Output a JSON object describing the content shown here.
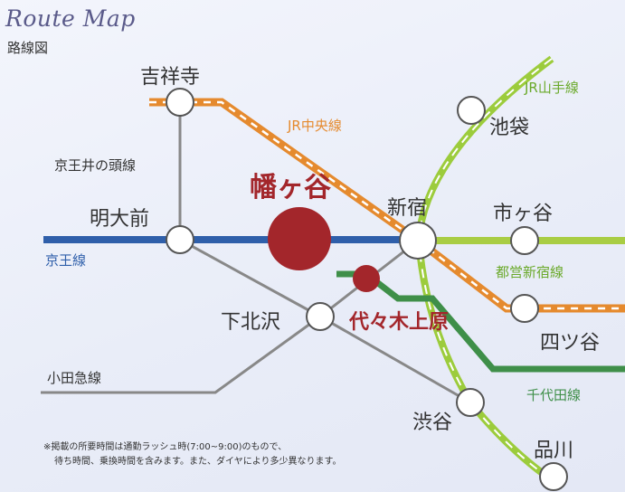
{
  "title": {
    "en": "Route Map",
    "ja": "路線図"
  },
  "stations": {
    "kichijoji": "吉祥寺",
    "meidaimae": "明大前",
    "hatagaya": "幡ヶ谷",
    "shinjuku": "新宿",
    "ikebukuro": "池袋",
    "ichigaya": "市ヶ谷",
    "shimokitazawa": "下北沢",
    "yoyogiuehara": "代々木上原",
    "yotsuya": "四ツ谷",
    "shibuya": "渋谷",
    "shinagawa": "品川"
  },
  "lines": {
    "chuo": {
      "name": "JR中央線",
      "color": "#e58a2e"
    },
    "yamanote": {
      "name": "JR山手線",
      "color": "#9ccc3c"
    },
    "inokashira": {
      "name": "京王井の頭線",
      "color": "#888888"
    },
    "keio": {
      "name": "京王線",
      "color": "#2f5faa"
    },
    "shinjuku": {
      "name": "都営新宿線",
      "color": "#a9cd44"
    },
    "chiyoda": {
      "name": "千代田線",
      "color": "#3f8f49"
    },
    "odakyu": {
      "name": "小田急線",
      "color": "#888888"
    }
  },
  "highlight_color": "#a3262b",
  "note": {
    "line1": "※掲載の所要時間は通勤ラッシュ時(7:00~9:00)のもので、",
    "line2": "待ち時間、乗換時間を含みます。また、ダイヤにより多少異なります。"
  }
}
